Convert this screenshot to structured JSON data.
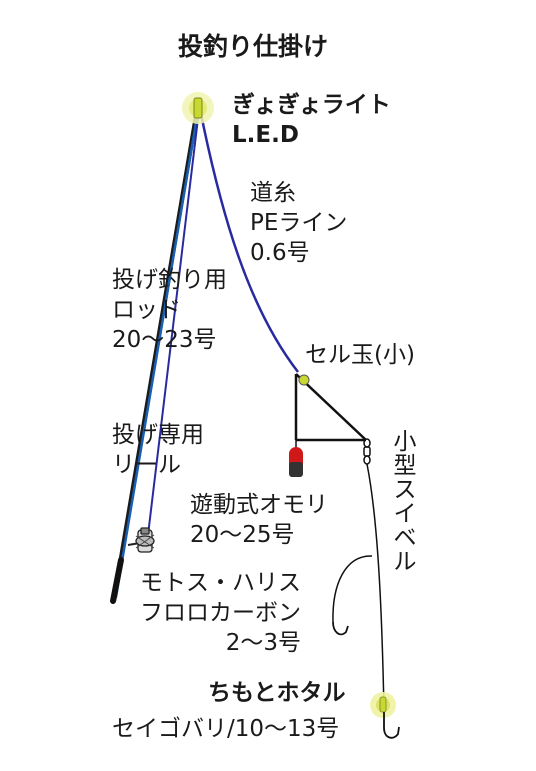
{
  "title": "投釣り仕掛け",
  "labels": {
    "led": [
      "ぎょぎょライト",
      "L.E.D"
    ],
    "main_line": [
      "道糸",
      "PEライン",
      "0.6号"
    ],
    "rod": [
      "投げ釣り用",
      "ロッド",
      "20〜23号"
    ],
    "float": "セル玉(小)",
    "reel": [
      "投げ専用",
      "リール"
    ],
    "swivel": "小型スイベル",
    "sinker": [
      "遊動式オモリ",
      "20〜25号"
    ],
    "leader": [
      "モトス・ハリス",
      "フロロカーボン",
      "2〜3号"
    ],
    "light": "ちもとホタル",
    "hook": "セイゴバリ/10〜13号"
  },
  "colors": {
    "line": "#2a2aa0",
    "rod": "#1a5fb0",
    "rod_dark": "#1b1b1b",
    "float": "#c8d832",
    "sinker": "#d01818",
    "glow": "#eef2a0"
  },
  "icons": [
    "led-light-icon",
    "reel-icon",
    "float-icon",
    "sinker-icon",
    "swivel-icon",
    "hook-icon",
    "glow-light-icon"
  ]
}
